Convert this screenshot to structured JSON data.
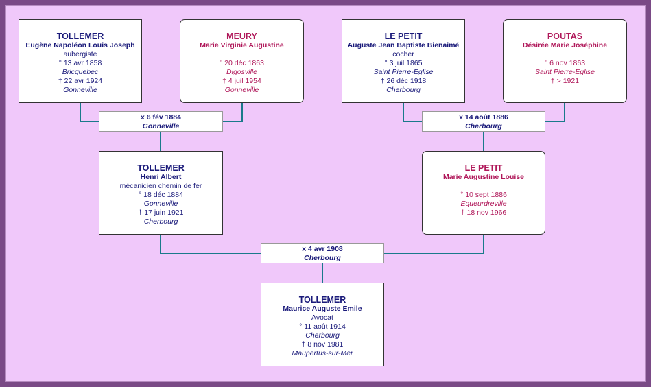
{
  "persons": {
    "p1": {
      "surname": "TOLLEMER",
      "given": "Eugène Napoléon Louis Joseph",
      "occupation": "aubergiste",
      "birth": "° 13 avr 1858",
      "birth_place": "Bricquebec",
      "death": "† 22 avr 1924",
      "death_place": "Gonneville"
    },
    "p2": {
      "surname": "MEURY",
      "given": "Marie Virginie Augustine",
      "occupation": "",
      "birth": "° 20 déc 1863",
      "birth_place": "Digosville",
      "death": "† 4 juil 1954",
      "death_place": "Gonneville"
    },
    "p3": {
      "surname": "LE PETIT",
      "given": "Auguste Jean Baptiste Bienaimé",
      "occupation": "cocher",
      "birth": "° 3 juil 1865",
      "birth_place": "Saint Pierre-Eglise",
      "death": "† 26 déc 1918",
      "death_place": "Cherbourg"
    },
    "p4": {
      "surname": "POUTAS",
      "given": "Désirée Marie Joséphine",
      "occupation": "",
      "birth": "° 6 nov 1863",
      "birth_place": "Saint Pierre-Eglise",
      "death": "† > 1921",
      "death_place": ""
    },
    "p5": {
      "surname": "TOLLEMER",
      "given": "Henri Albert",
      "occupation": "mécanicien chemin de fer",
      "birth": "° 18 déc 1884",
      "birth_place": "Gonneville",
      "death": "† 17 juin 1921",
      "death_place": "Cherbourg"
    },
    "p6": {
      "surname": "LE PETIT",
      "given": "Marie Augustine Louise",
      "occupation": "",
      "birth": "° 10 sept 1886",
      "birth_place": "Equeurdreville",
      "death": "† 18 nov 1966",
      "death_place": ""
    },
    "p7": {
      "surname": "TOLLEMER",
      "given": "Maurice Auguste Emile",
      "occupation": "Avocat",
      "birth": "° 11 août 1914",
      "birth_place": "Cherbourg",
      "death": "† 8 nov 1981",
      "death_place": "Maupertus-sur-Mer"
    }
  },
  "marriages": {
    "m1": {
      "date": "x 6 fév 1884",
      "place": "Gonneville"
    },
    "m2": {
      "date": "x 14 août 1886",
      "place": "Cherbourg"
    },
    "m3": {
      "date": "x 4 avr 1908",
      "place": "Cherbourg"
    }
  },
  "colors": {
    "male": "#1a1a7a",
    "female": "#b0185a",
    "connector": "#1a7a8a",
    "background": "#f0c8fa",
    "frame": "#7a4a86"
  }
}
